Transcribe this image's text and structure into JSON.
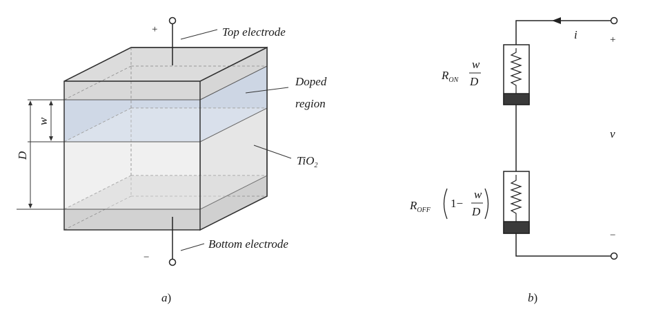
{
  "figure_a": {
    "plus": "+",
    "minus": "−",
    "top_electrode": "Top electrode",
    "bottom_electrode": "Bottom electrode",
    "doped": "Doped",
    "region": "region",
    "tio": "TiO",
    "tio_sub": "2",
    "dim_w": "w",
    "dim_D": "D",
    "caption": "a",
    "caption_paren": ")"
  },
  "figure_b": {
    "current": "i",
    "plus": "+",
    "minus": "−",
    "voltage": "v",
    "r_on": "R",
    "r_on_sub": "ON",
    "r_off": "R",
    "r_off_sub": "OFF",
    "frac_num": "w",
    "frac_den": "D",
    "one_minus": "1−",
    "caption": "b",
    "caption_paren": ")"
  },
  "colors": {
    "outline": "#333333",
    "electrode_face": "#d4d4d4",
    "electrode_top": "#dcdcdc",
    "doped_face": "#cfd8e6",
    "tio_face": "#efefef",
    "resistor_band": "#3a3a3a"
  }
}
